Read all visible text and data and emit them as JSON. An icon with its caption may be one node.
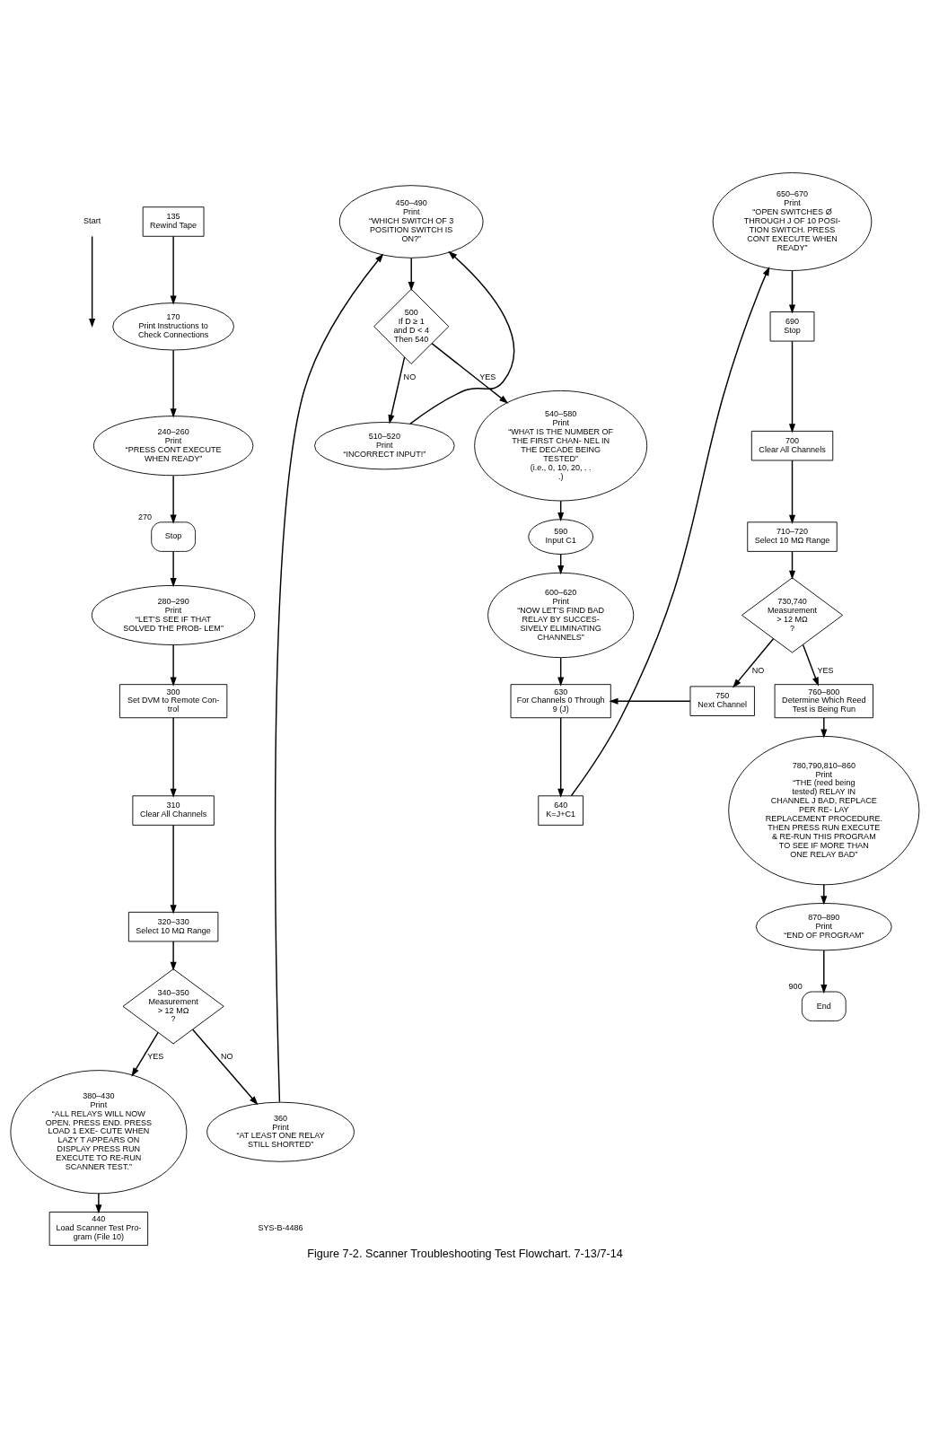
{
  "diagram": {
    "caption": "Figure 7-2. Scanner Troubleshooting Test Flowchart. 7-13/7-14",
    "nodes": [
      {
        "text": [
          "Start"
        ]
      },
      {
        "text": [
          "135",
          "Rewind Tape"
        ]
      },
      {
        "text": [
          "170",
          "Print Instructions to Check Connections"
        ]
      },
      {
        "text": [
          "240–260",
          "Print",
          "“PRESS CONT EXECUTE WHEN READY”"
        ]
      },
      {
        "text": [
          "Stop"
        ],
        "beside": [
          "270"
        ]
      },
      {
        "text": [
          "280–290",
          "Print",
          "“LET’S SEE IF THAT SOLVED THE PROB- LEM”"
        ]
      },
      {
        "text": [
          "300",
          "Set DVM to Remote Con- trol"
        ]
      },
      {
        "text": [
          "310",
          "Clear All Channels"
        ]
      },
      {
        "text": [
          "320–330",
          "Select 10 MΩ Range"
        ]
      },
      {
        "text": [
          "340–350",
          "Measurement",
          "> 12 MΩ",
          "?"
        ]
      },
      {
        "text": [
          "380–430",
          "Print",
          "“ALL RELAYS WILL NOW OPEN. PRESS END. PRESS LOAD 1 EXE- CUTE WHEN LAZY T APPEARS ON DISPLAY PRESS RUN EXECUTE TO RE-RUN SCANNER TEST.”"
        ]
      },
      {
        "text": [
          "440",
          "Load Scanner Test Pro- gram (File 10)"
        ]
      },
      {
        "text": [
          "360",
          "Print",
          "“AT LEAST ONE RELAY STILL SHORTED”"
        ]
      },
      {
        "text": [
          "450–490",
          "Print",
          "“WHICH SWITCH OF 3 POSITION SWITCH IS ON?”"
        ]
      },
      {
        "text": [
          "500",
          "If D ≥ 1",
          "and D < 4",
          "Then 540"
        ]
      },
      {
        "text": [
          "510–520",
          "Print",
          "“INCORRECT INPUT!”"
        ]
      },
      {
        "text": [
          "540–580",
          "Print",
          "“WHAT IS THE NUMBER OF THE FIRST CHAN- NEL IN THE DECADE BEING TESTED”",
          "(i.e., 0, 10, 20, . . .)"
        ]
      },
      {
        "text": [
          "590",
          "Input C1"
        ]
      },
      {
        "text": [
          "600–620",
          "Print",
          "“NOW LET’S FIND BAD RELAY BY SUCCES- SIVELY ELIMINATING CHANNELS”"
        ]
      },
      {
        "text": [
          "630",
          "For Channels 0 Through 9 (J)"
        ]
      },
      {
        "text": [
          "640",
          "K=J+C1"
        ]
      },
      {
        "text": [
          "650–670",
          "Print",
          "“OPEN SWITCHES Ø THROUGH J OF 10 POSI- TION SWITCH. PRESS CONT EXECUTE WHEN READY”"
        ]
      },
      {
        "text": [
          "690",
          "Stop"
        ]
      },
      {
        "text": [
          "700",
          "Clear All Channels"
        ]
      },
      {
        "text": [
          "710–720",
          "Select 10 MΩ Range"
        ]
      },
      {
        "text": [
          "730,740",
          "Measurement",
          "> 12 MΩ",
          "?"
        ]
      },
      {
        "text": [
          "750",
          "Next Channel"
        ]
      },
      {
        "text": [
          "760–800",
          "Determine Which Reed Test is Being Run"
        ]
      },
      {
        "text": [
          "780,790,810–860",
          "Print",
          "“THE (reed being tested) RELAY IN CHANNEL J BAD, REPLACE PER RE- LAY REPLACEMENT PROCEDURE. THEN PRESS RUN EXECUTE & RE-RUN THIS PROGRAM TO SEE IF MORE THAN ONE RELAY BAD”"
        ]
      },
      {
        "text": [
          "870–890",
          "Print",
          "“END OF PROGRAM”"
        ]
      },
      {
        "text": [
          "End"
        ],
        "beside": [
          "900"
        ]
      }
    ],
    "edges": [
      {
        "from": 0,
        "to": null,
        "arrow": "to"
      },
      {
        "from": 1,
        "to": 2,
        "arrow": "to"
      },
      {
        "from": 2,
        "to": 3,
        "arrow": "to"
      },
      {
        "from": 3,
        "to": 4,
        "arrow": "to"
      },
      {
        "from": 4,
        "to": 5,
        "arrow": "to"
      },
      {
        "from": 5,
        "to": 6,
        "arrow": "to"
      },
      {
        "from": 6,
        "to": 7,
        "arrow": "to"
      },
      {
        "from": 7,
        "to": 8,
        "arrow": "to"
      },
      {
        "from": 8,
        "to": 9,
        "arrow": "to"
      },
      {
        "from": 9,
        "to": 10,
        "arrow": "to",
        "label": "YES"
      },
      {
        "from": 9,
        "to": 12,
        "arrow": "to",
        "label": "NO"
      },
      {
        "from": 10,
        "to": 11,
        "arrow": "to"
      },
      {
        "from": 12,
        "to": 13,
        "arrow": "to"
      },
      {
        "from": 13,
        "to": 14,
        "arrow": "to"
      },
      {
        "from": 14,
        "to": 15,
        "arrow": "to",
        "label": "NO"
      },
      {
        "from": 15,
        "to": 13,
        "arrow": "to"
      },
      {
        "from": 14,
        "to": 16,
        "arrow": "to",
        "label": "YES"
      },
      {
        "from": 16,
        "to": 17,
        "arrow": "to"
      },
      {
        "from": 17,
        "to": 18,
        "arrow": "to"
      },
      {
        "from": 18,
        "to": 19,
        "arrow": "to"
      },
      {
        "from": 19,
        "to": 20,
        "arrow": "to"
      },
      {
        "from": 20,
        "to": 21,
        "arrow": "to"
      },
      {
        "from": 21,
        "to": 22,
        "arrow": "to"
      },
      {
        "from": 22,
        "to": 23,
        "arrow": "to"
      },
      {
        "from": 23,
        "to": 24,
        "arrow": "to"
      },
      {
        "from": 24,
        "to": 25,
        "arrow": "to"
      },
      {
        "from": 25,
        "to": 27,
        "arrow": "to",
        "label": "YES"
      },
      {
        "from": 25,
        "to": 26,
        "arrow": "to",
        "label": "NO"
      },
      {
        "from": 26,
        "to": 19,
        "arrow": "to"
      },
      {
        "from": 27,
        "to": 28,
        "arrow": "to"
      },
      {
        "from": 28,
        "to": 29,
        "arrow": "to"
      },
      {
        "from": 29,
        "to": 30,
        "arrow": "to"
      }
    ],
    "labels": [
      "SYS-B-4486"
    ]
  }
}
